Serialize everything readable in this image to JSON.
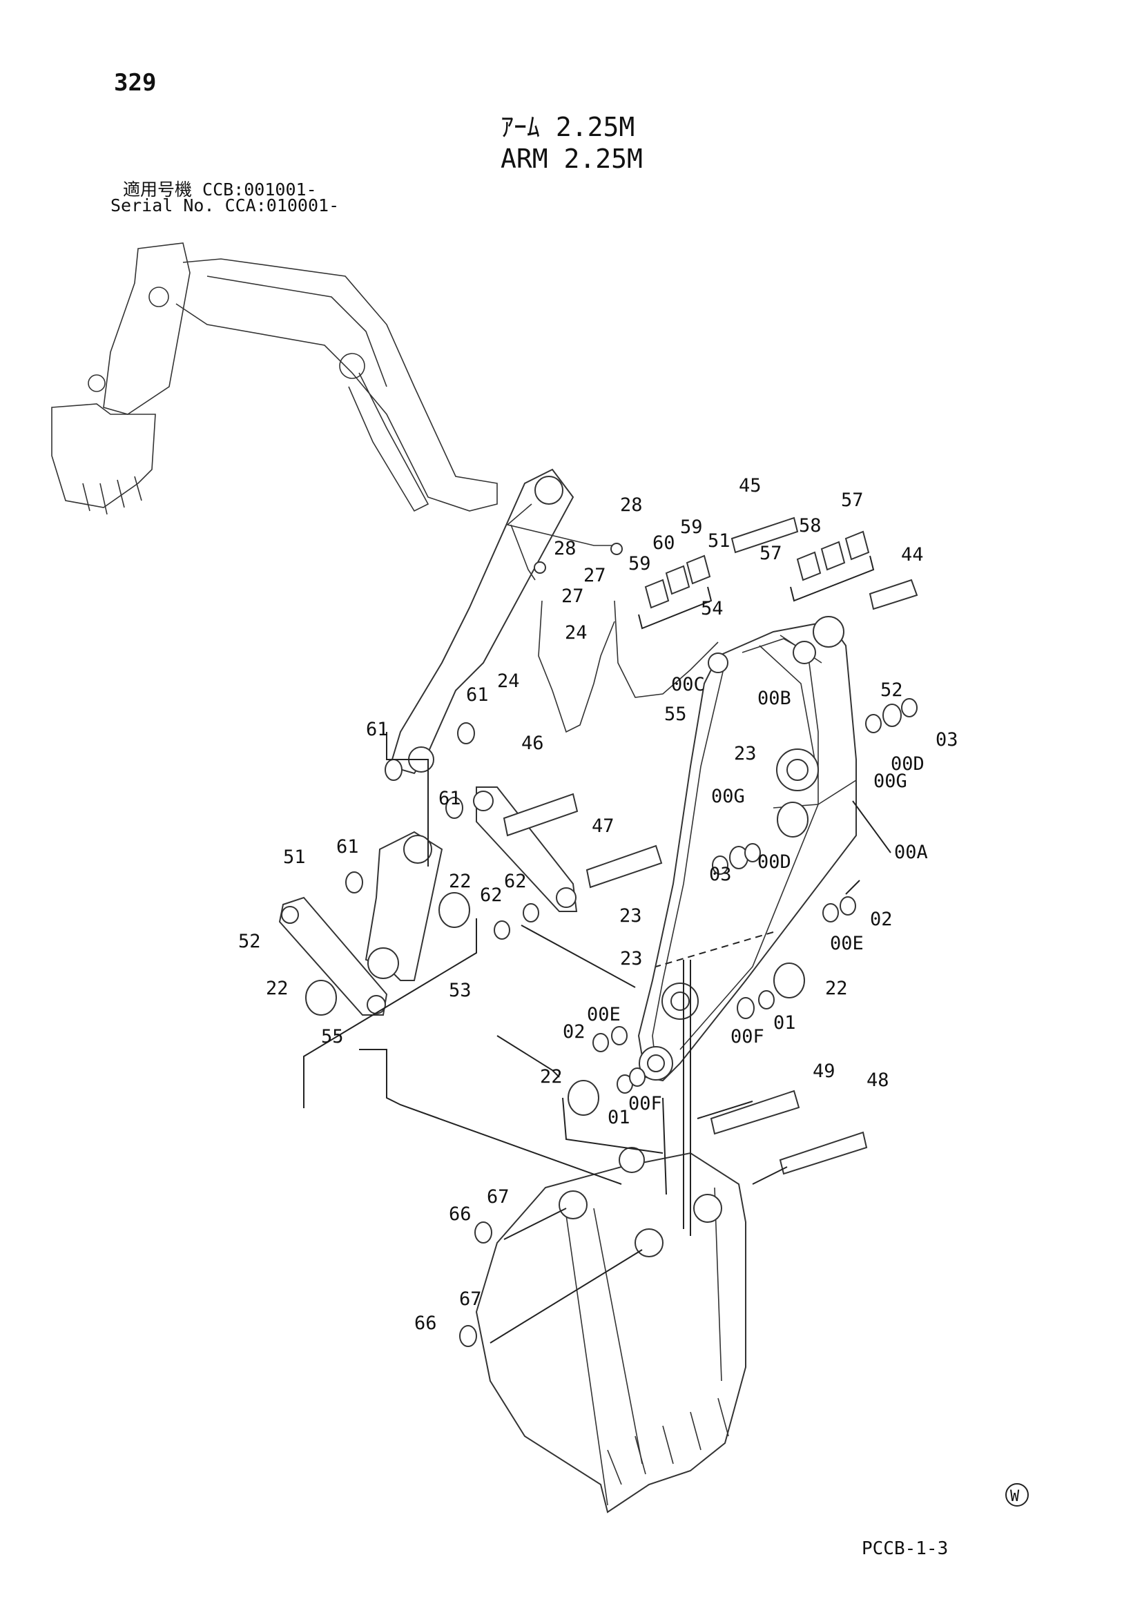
{
  "page_number": "329",
  "title_jp": "ｱｰﾑ 2.25M",
  "title_en": "ARM 2.25M",
  "serial_jp": "適用号機  CCB:001001-",
  "serial_en": "Serial No. CCA:010001-",
  "page_code": "PCCB-1-3",
  "mark": "W",
  "callouts": {
    "c45": "45",
    "c57a": "57",
    "c57b": "57",
    "c58": "58",
    "c44": "44",
    "c28a": "28",
    "c28b": "28",
    "c27a": "27",
    "c27b": "27",
    "c60": "60",
    "c59a": "59",
    "c59b": "59",
    "c51a": "51",
    "c54": "54",
    "c24a": "24",
    "c24b": "24",
    "c00C": "00C",
    "c55a": "55",
    "c00B": "00B",
    "c52a": "52",
    "c03a": "03",
    "c00Da": "00D",
    "c00Ga": "00G",
    "c61a": "61",
    "c61b": "61",
    "c61c": "61",
    "c61d": "61",
    "c46": "46",
    "c23a": "23",
    "c00Gb": "00G",
    "c47": "47",
    "c03b": "03",
    "c00Db": "00D",
    "c00A": "00A",
    "c51b": "51",
    "c22a": "22",
    "c62a": "62",
    "c62b": "62",
    "c02a": "02",
    "c00Ea": "00E",
    "c23b": "23",
    "c52b": "52",
    "c23c": "23",
    "c22b": "22",
    "c53": "53",
    "c22c": "22",
    "c00Eb": "00E",
    "c02b": "02",
    "c55b": "55",
    "c00Fa": "00F",
    "c01a": "01",
    "c49": "49",
    "c48": "48",
    "c22d": "22",
    "c01b": "01",
    "c00Fb": "00F",
    "c67a": "67",
    "c66a": "66",
    "c67b": "67",
    "c66b": "66"
  }
}
